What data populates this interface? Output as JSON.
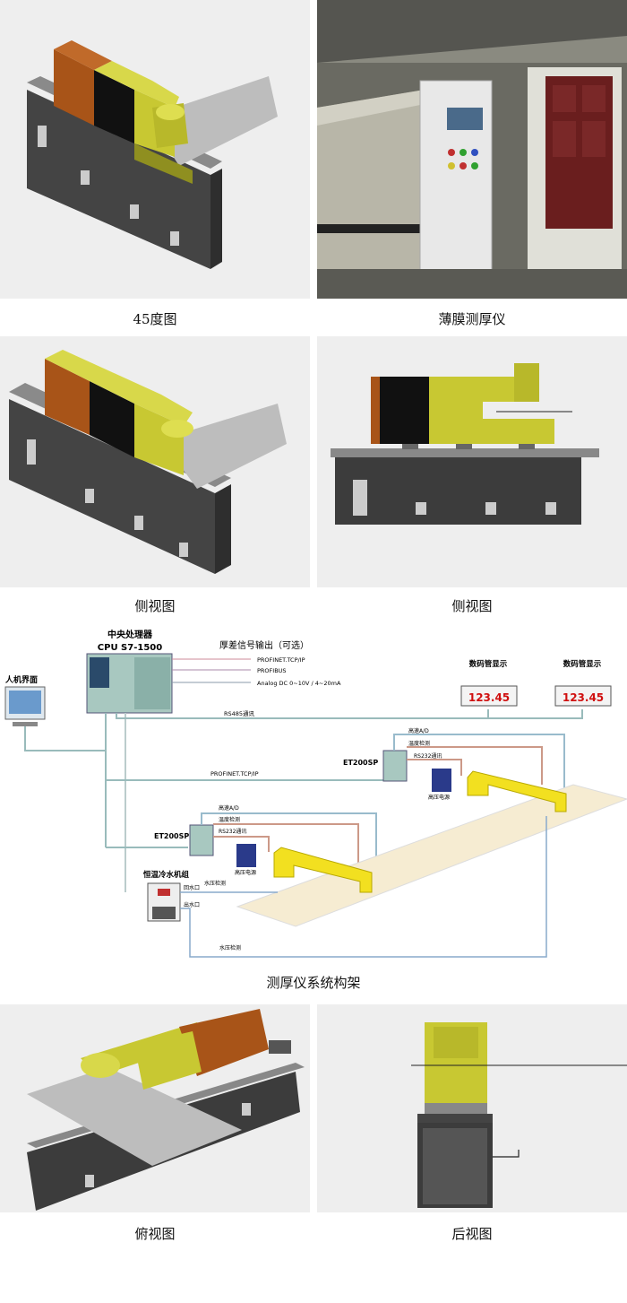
{
  "panels": [
    {
      "caption": "45度图"
    },
    {
      "caption": "薄膜测厚仪"
    },
    {
      "caption": "侧视图"
    },
    {
      "caption": "侧视图"
    },
    {
      "caption": "俯视图"
    },
    {
      "caption": "后视图"
    }
  ],
  "architecture": {
    "caption": "测厚仪系统构架",
    "cpu_title": "中央处理器",
    "cpu_model": "CPU S7-1500",
    "output_title": "厚差信号输出（可选）",
    "outputs": [
      "PROFINET.TCP/IP",
      "PROFIBUS",
      "Analog DC 0~10V  /  4~20mA"
    ],
    "hmi_label": "人机界面",
    "rs485_label": "RS485通讯",
    "profinet_label": "PROFINET.TCP/IP",
    "display_label": "数码管显示",
    "display_value": "123.45",
    "et200sp_label": "ET200SP",
    "signals": [
      "高速A/D",
      "温度检测",
      "RS232通讯"
    ],
    "hv_label": "高压电源",
    "chiller_label": "恒温冷水机组",
    "return_water": "回水口",
    "outlet_water": "出水口",
    "pressure_label": "水压检测"
  },
  "colors": {
    "yellow": "#c8c832",
    "brown": "#a85418",
    "frame": "#3c3c3c",
    "sheet": "#bcbcbc"
  }
}
